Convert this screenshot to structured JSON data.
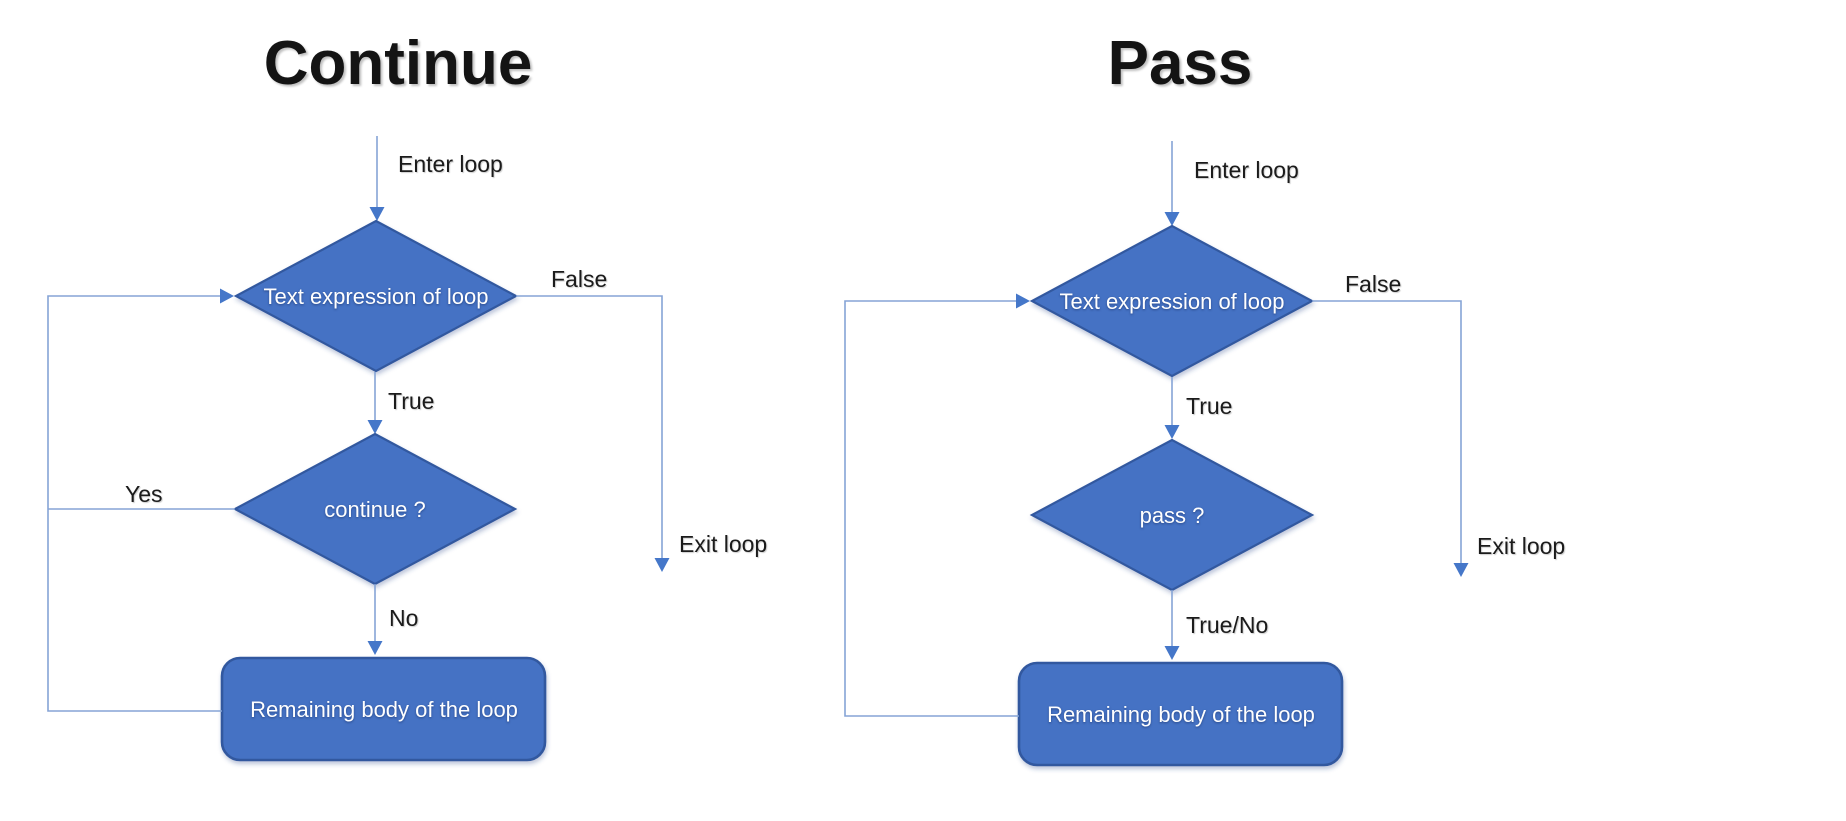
{
  "background": "#ffffff",
  "colors": {
    "shape_fill": "#4472C4",
    "shape_border": "#33599F",
    "connector": "#85A4D6",
    "arrowhead": "#4577C9",
    "label_text": "#1b1b1b",
    "shape_text": "#ffffff"
  },
  "charts": [
    {
      "title": "Continue",
      "condition": "Text expression of loop",
      "decision": "continue ?",
      "body": "Remaining body of the loop",
      "labels": {
        "enter": "Enter loop",
        "false": "False",
        "true": "True",
        "exit": "Exit loop",
        "yes": "Yes",
        "no": "No"
      }
    },
    {
      "title": "Pass",
      "condition": "Text expression of loop",
      "decision": "pass ?",
      "body": "Remaining body of the loop",
      "labels": {
        "enter": "Enter loop",
        "false": "False",
        "true": "True",
        "exit": "Exit loop",
        "no": "True/No"
      }
    }
  ]
}
